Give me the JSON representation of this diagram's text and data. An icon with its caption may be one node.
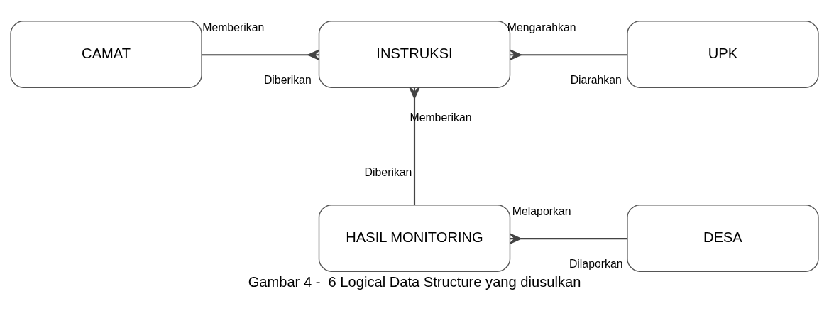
{
  "diagram": {
    "caption": "Gambar 4 -  6 Logical Data Structure yang diusulkan",
    "nodes": [
      {
        "text": [
          "CAMAT"
        ]
      },
      {
        "text": [
          "INSTRUKSI"
        ]
      },
      {
        "text": [
          "UPK"
        ]
      },
      {
        "text": [
          "HASIL MONITORING"
        ]
      },
      {
        "text": [
          "DESA"
        ]
      }
    ],
    "edges": [
      {
        "from": 0,
        "to": 1,
        "arrow": "other"
      },
      {
        "from": 2,
        "to": 1,
        "arrow": "other"
      },
      {
        "from": 3,
        "to": 1,
        "arrow": "other"
      },
      {
        "from": 4,
        "to": 3,
        "arrow": "other"
      }
    ],
    "labels": [
      "Memberikan",
      "Mengarahkan",
      "Diberikan",
      "Diarahkan",
      "Memberikan",
      "Diberikan",
      "Melaporkan",
      "Dilaporkan"
    ]
  }
}
